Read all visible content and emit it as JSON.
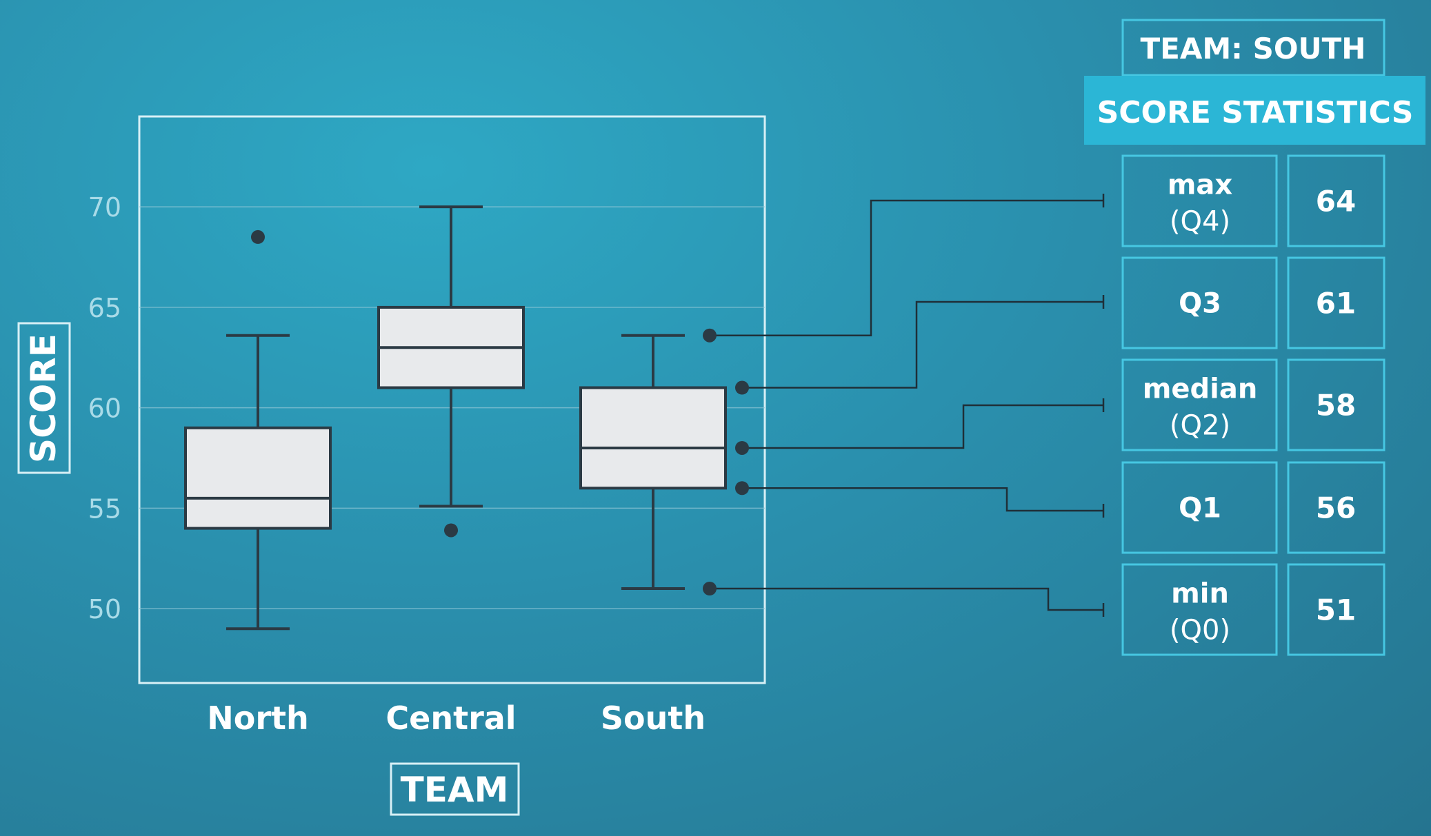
{
  "chart_data": {
    "type": "boxplot",
    "xlabel": "TEAM",
    "ylabel": "SCORE",
    "ylim": [
      46.3,
      74.5
    ],
    "yticks": [
      50,
      55,
      60,
      65,
      70
    ],
    "grid": true,
    "categories": [
      "North",
      "Central",
      "South"
    ],
    "boxes": [
      {
        "category": "North",
        "min": 49,
        "q1": 54,
        "median": 55.5,
        "q3": 59,
        "max": 63.6,
        "outliers": [
          68.5
        ]
      },
      {
        "category": "Central",
        "min": 55.1,
        "q1": 61,
        "median": 63,
        "q3": 65,
        "max": 70,
        "outliers": [
          53.9
        ]
      },
      {
        "category": "South",
        "min": 51,
        "q1": 56,
        "median": 58,
        "q3": 61,
        "max": 63.6,
        "outliers": []
      }
    ]
  },
  "stats_panel": {
    "team_header": "TEAM: SOUTH",
    "title": "SCORE STATISTICS",
    "rows": [
      {
        "label_line1": "max",
        "label_line2": "(Q4)",
        "value": "64",
        "key": "max"
      },
      {
        "label_line1": "Q3",
        "label_line2": "",
        "value": "61",
        "key": "q3"
      },
      {
        "label_line1": "median",
        "label_line2": "(Q2)",
        "value": "58",
        "key": "median"
      },
      {
        "label_line1": "Q1",
        "label_line2": "",
        "value": "56",
        "key": "q1"
      },
      {
        "label_line1": "min",
        "label_line2": "(Q0)",
        "value": "51",
        "key": "min"
      }
    ]
  },
  "colors": {
    "box_fill": "#e8eaec",
    "box_stroke": "#2b3a44",
    "frame": "#d8f0f6",
    "grid": "#8fc6d6",
    "tick_text": "#a9dbe8",
    "panel_header_fill": "#2bb6d6",
    "panel_border": "#46c7e2",
    "connector": "#1f2f38"
  }
}
